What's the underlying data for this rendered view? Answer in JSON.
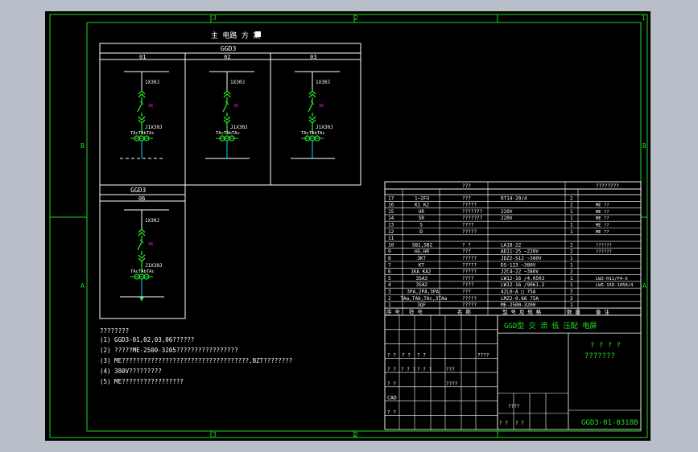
{
  "colors": {
    "background": "#b8bfc9",
    "sheet": "#000000",
    "frame": "#1fd81f",
    "lines": "#ffffff",
    "switch": "#28e028",
    "magenta": "#ff2bff",
    "cyan": "#00d4ff",
    "title_green": "#22e022"
  },
  "frame_marks": {
    "top": [
      "3",
      "2",
      "1"
    ],
    "bottom": [
      "3",
      "2"
    ],
    "left": [
      "B",
      "A"
    ],
    "right": [
      "B",
      "A"
    ]
  },
  "scheme": {
    "title": "主 电路 方 案",
    "cabinet": "GGD3",
    "panels": [
      {
        "no": "01",
        "top_label": "1X30J",
        "breaker_label": "3X",
        "bottom_label": "J1X30J",
        "ct_label": "TAcTAbTAc"
      },
      {
        "no": "02",
        "top_label": "1X30J",
        "breaker_label": "3X",
        "bottom_label": "J1X30J",
        "ct_label": "TAcTAbTAc"
      },
      {
        "no": "03",
        "top_label": "1X30J",
        "breaker_label": "3X",
        "bottom_label": "J1X30J",
        "ct_label": "TAcTAbTAc"
      }
    ],
    "second_cabinet": "GGD3",
    "second_panel": {
      "no": "06",
      "top_label": "1X30J",
      "breaker_label": "3X",
      "bottom_label": "J1X30J",
      "ct_label": "TAcTAbTAc"
    }
  },
  "notes": {
    "heading": "????????",
    "items": [
      "(1) GGD3-01,02,03,06??????",
      "(2) ?????ME-2500-3205?????????????????",
      "(3) ME???????????????????????????????????,BZT????????",
      "(4) 380V?????????",
      "(5) ME?????????????????"
    ]
  },
  "table": {
    "top_headers": [
      "???",
      "????????"
    ],
    "rows": [
      [
        "17",
        "1~2FU",
        "???",
        "RT14-20/4",
        "2",
        ""
      ],
      [
        "16",
        "K1 K2",
        "?????",
        "",
        "2",
        "ME  ??"
      ],
      [
        "15",
        "UR",
        "???????",
        "220V",
        "1",
        "ME  ??"
      ],
      [
        "14",
        "SR",
        "???????",
        "220V",
        "1",
        "ME  ??"
      ],
      [
        "13",
        "S",
        "????",
        "",
        "1",
        "ME  ??"
      ],
      [
        "12",
        "D",
        "?????",
        "",
        "1",
        "ME  ??"
      ],
      [
        "11",
        "",
        "",
        "",
        "",
        ""
      ],
      [
        "10",
        "SB1,SB2",
        "? ?",
        "LA18-22",
        "2",
        "??????"
      ],
      [
        "9",
        "HG,HR",
        "???",
        "AD11-25  ~220V",
        "2",
        "??????"
      ],
      [
        "8",
        "3KT",
        "?????",
        "JDZ2-S12  ~380V",
        "1",
        ""
      ],
      [
        "7",
        "KT",
        "?????",
        "DS-123  ~380V",
        "1",
        ""
      ],
      [
        "6",
        "1KA  KA2",
        "?????",
        "JZC4-22  ~380V",
        "2",
        ""
      ],
      [
        "5",
        "3SA3",
        "????",
        "LW12-16  /4.0503",
        "1",
        "LW2-H11/F4-X"
      ],
      [
        "4",
        "3SA2",
        "????",
        "LW12-16  /9061.2",
        "1",
        "LW5-15D-1050/4"
      ],
      [
        "3",
        "3PA,2PA,3PA",
        "???",
        "42L6-A  □  75A",
        "3",
        ""
      ],
      [
        "2",
        "TAa,TAb,TAc,3TAa",
        "?????",
        "LMZ2-0.66  75A",
        "3",
        ""
      ],
      [
        "1",
        "3QF",
        "?????",
        "ME-2500-3200",
        "1",
        ""
      ]
    ],
    "header_labels": [
      "序 号",
      "符 号",
      "名 称",
      "型 号 及 规 格",
      "数 量",
      "备 注"
    ]
  },
  "title_block": {
    "title": "GGD型 交 流 低 压配 电屏",
    "subtitle_line1": "? ? ? ?",
    "subtitle_line2": "???????",
    "drawing_no": "GGD3-01-0318B",
    "cad_label": "CAD",
    "cells": [
      "? ?",
      "? ?",
      "? ?",
      "????",
      "? ?",
      "???",
      "? ?",
      "? ?",
      "????",
      "????",
      "? ?",
      "? ?",
      "? ? ?",
      "? ? ?"
    ]
  }
}
